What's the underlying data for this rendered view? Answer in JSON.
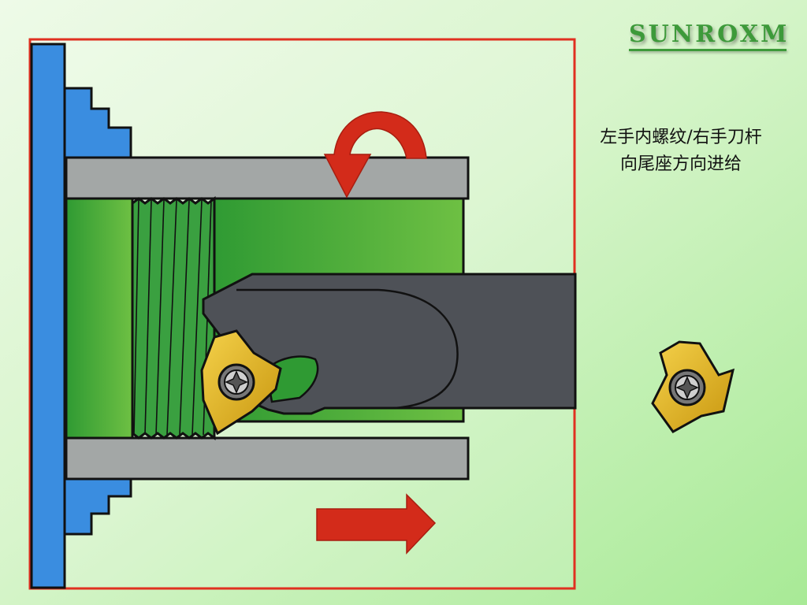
{
  "logo": {
    "text": "SUNROXM"
  },
  "caption": {
    "line1": "左手内螺纹/右手刀杆",
    "line2": "向尾座方向进给"
  },
  "colors": {
    "frame": "#e03020",
    "chuck": "#3a8de0",
    "workpiece": "#45ad3a",
    "sleeve": "#a3a7a6",
    "tool_bar": "#4e5157",
    "insert": "#e2b520",
    "arrow": "#d32b1a"
  },
  "icons": [
    "rotation-arrow-icon",
    "feed-arrow-icon",
    "torx-screw-icon"
  ]
}
